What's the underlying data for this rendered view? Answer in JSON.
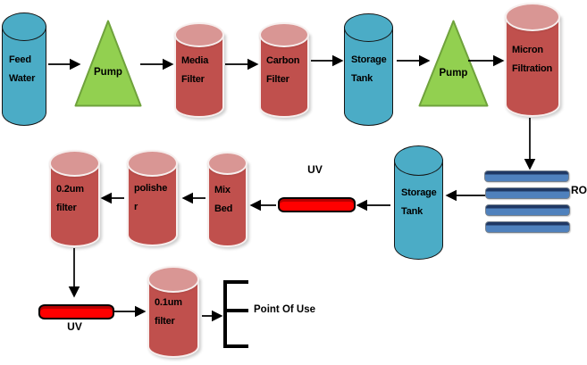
{
  "nodes": {
    "feed_water": {
      "label": "Feed Water",
      "shape": "cylinder",
      "color": "blue"
    },
    "pump_1": {
      "label": "Pump",
      "shape": "triangle",
      "color": "green"
    },
    "media_filter": {
      "label": "Media Filter",
      "shape": "cylinder",
      "color": "red"
    },
    "carbon_filter": {
      "label": "Carbon Filter",
      "shape": "cylinder",
      "color": "red"
    },
    "storage_tank_1": {
      "label": "Storage Tank",
      "shape": "cylinder",
      "color": "blue"
    },
    "pump_2": {
      "label": "Pump",
      "shape": "triangle",
      "color": "green"
    },
    "micron_filtration": {
      "label": "Micron Filtration",
      "shape": "cylinder",
      "color": "red"
    },
    "ro": {
      "label": "RO",
      "shape": "membrane-stack",
      "color": "blue",
      "disc_count": 4
    },
    "storage_tank_2": {
      "label": "Storage Tank",
      "shape": "cylinder",
      "color": "blue"
    },
    "uv_1": {
      "label": "UV",
      "shape": "disk",
      "color": "red"
    },
    "mix_bed": {
      "label": "Mix Bed",
      "shape": "cylinder",
      "color": "red"
    },
    "polisher": {
      "label": "polisher",
      "shape": "cylinder",
      "color": "red"
    },
    "filter_0_2um": {
      "label": "0.2um filter",
      "shape": "cylinder",
      "color": "red"
    },
    "uv_2": {
      "label": "UV",
      "shape": "disk",
      "color": "red"
    },
    "filter_0_1um": {
      "label": "0.1um filter",
      "shape": "cylinder",
      "color": "red"
    },
    "point_of_use": {
      "label": "Point Of Use",
      "shape": "bracket"
    }
  },
  "flow": [
    "Feed Water -> Pump",
    "Pump -> Media Filter",
    "Media Filter -> Carbon Filter",
    "Carbon Filter -> Storage Tank",
    "Storage Tank -> Pump",
    "Pump -> Micron Filtration",
    "Micron Filtration -> RO",
    "RO -> Storage Tank",
    "Storage Tank -> UV",
    "UV -> Mix Bed",
    "Mix Bed -> polisher",
    "polisher -> 0.2um filter",
    "0.2um filter -> UV",
    "UV -> 0.1um filter",
    "0.1um filter -> Point Of Use"
  ],
  "colors": {
    "cylinder_blue": "#4bacc6",
    "cylinder_red": "#c0504d",
    "cylinder_red_top": "#d99694",
    "pump_green": "#92d050",
    "pump_green_border": "#6fa23c",
    "ro_bar": "#4f81bd",
    "ro_bar_top": "#1f3864",
    "uv_red": "#ff0000",
    "arrow": "#000000",
    "background": "#ffffff"
  }
}
